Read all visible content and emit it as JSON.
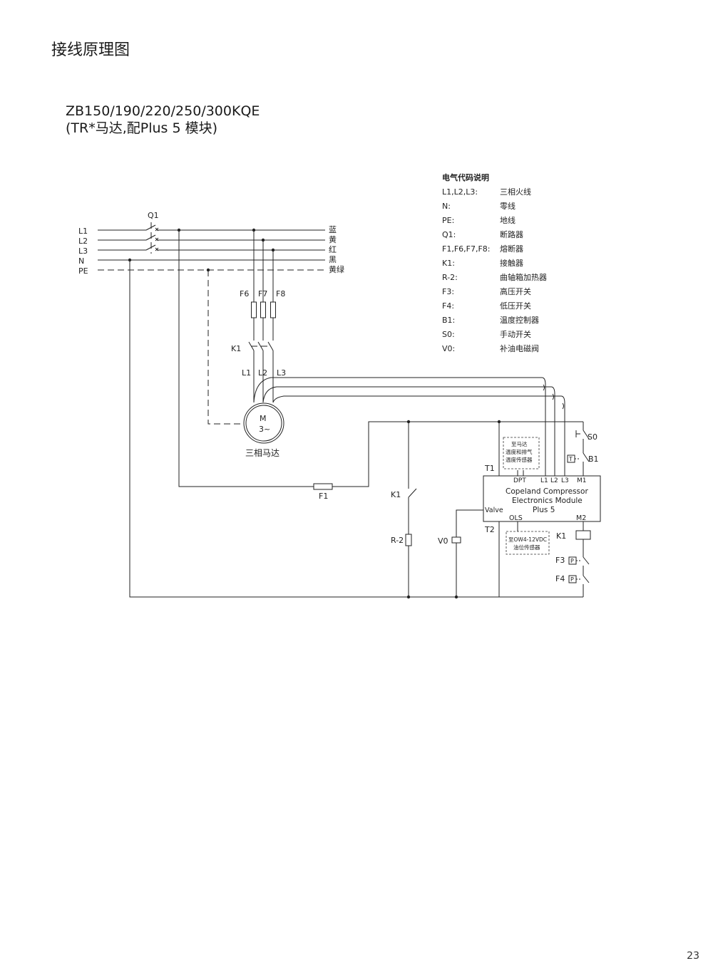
{
  "page": {
    "title": "接线原理图",
    "model_line1": "ZB150/190/220/250/300KQE",
    "model_line2": "(TR*马达,配Plus 5 模块)",
    "page_number": "23"
  },
  "legend": {
    "title": "电气代码说明",
    "items": [
      {
        "code": "L1,L2,L3:",
        "desc": "三相火线"
      },
      {
        "code": "N:",
        "desc": "零线"
      },
      {
        "code": "PE:",
        "desc": "地线"
      },
      {
        "code": "Q1:",
        "desc": "断路器"
      },
      {
        "code": "F1,F6,F7,F8:",
        "desc": "熔断器"
      },
      {
        "code": "K1:",
        "desc": "接触器"
      },
      {
        "code": "R-2:",
        "desc": "曲轴箱加热器"
      },
      {
        "code": "F3:",
        "desc": "高压开关"
      },
      {
        "code": "F4:",
        "desc": "低压开关"
      },
      {
        "code": "B1:",
        "desc": "温度控制器"
      },
      {
        "code": "S0:",
        "desc": "手动开关"
      },
      {
        "code": "V0:",
        "desc": "补油电磁阀"
      }
    ]
  },
  "diagram": {
    "lines": [
      "L1",
      "L2",
      "L3",
      "N",
      "PE"
    ],
    "line_colors": [
      "蓝",
      "黄",
      "红",
      "黑",
      "黄绿"
    ],
    "q1": "Q1",
    "fuses": [
      "F6",
      "F7",
      "F8"
    ],
    "k1": "K1",
    "motor_phases": [
      "L1",
      "L2",
      "L3"
    ],
    "motor_m": "M",
    "motor_phase": "3~",
    "motor_label": "三相马达",
    "f1": "F1",
    "k1_aux": "K1",
    "r2": "R-2",
    "v0": "V0",
    "t1": "T1",
    "t2": "T2",
    "temp_note": [
      "至马达",
      "温度和排气",
      "温度传感器"
    ],
    "module_terminals_top": [
      "DPT",
      "L1",
      "L2",
      "L3",
      "M1"
    ],
    "module_name": [
      "Copeland Compressor",
      "Electronics Module",
      "Plus 5"
    ],
    "module_valve": "Valve",
    "module_ols": "OLS",
    "module_m2": "M2",
    "ols_note": [
      "至OW4-12VDC",
      "油位传感器"
    ],
    "s0": "S0",
    "b1": "B1",
    "t_box": "T",
    "k1_coil": "K1",
    "f3": "F3",
    "f4": "F4",
    "p_box": "P"
  },
  "colors": {
    "ink": "#222222",
    "background": "#ffffff"
  }
}
